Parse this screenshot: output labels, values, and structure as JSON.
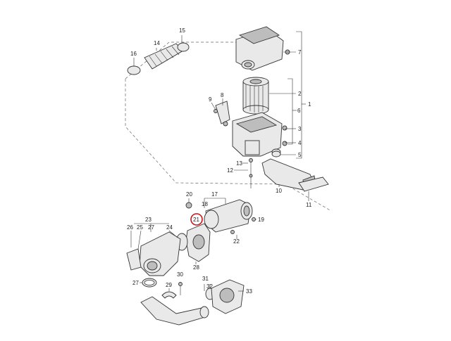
{
  "callouts": [
    {
      "id": "c1",
      "label": "1"
    },
    {
      "id": "c2",
      "label": "2"
    },
    {
      "id": "c3",
      "label": "3"
    },
    {
      "id": "c4",
      "label": "4"
    },
    {
      "id": "c5",
      "label": "5"
    },
    {
      "id": "c6",
      "label": "6"
    },
    {
      "id": "c7",
      "label": "7"
    },
    {
      "id": "c8",
      "label": "8"
    },
    {
      "id": "c9",
      "label": "9"
    },
    {
      "id": "c10",
      "label": "10"
    },
    {
      "id": "c11",
      "label": "11"
    },
    {
      "id": "c12",
      "label": "12"
    },
    {
      "id": "c13",
      "label": "13"
    },
    {
      "id": "c14",
      "label": "14"
    },
    {
      "id": "c15",
      "label": "15"
    },
    {
      "id": "c16",
      "label": "16"
    },
    {
      "id": "c17",
      "label": "17"
    },
    {
      "id": "c18",
      "label": "18"
    },
    {
      "id": "c19",
      "label": "19"
    },
    {
      "id": "c20",
      "label": "20"
    },
    {
      "id": "c21",
      "label": "21",
      "highlighted": true
    },
    {
      "id": "c22",
      "label": "22"
    },
    {
      "id": "c23",
      "label": "23"
    },
    {
      "id": "c24",
      "label": "24"
    },
    {
      "id": "c25",
      "label": "25"
    },
    {
      "id": "c26",
      "label": "26"
    },
    {
      "id": "c27a",
      "label": "27"
    },
    {
      "id": "c27b",
      "label": "27"
    },
    {
      "id": "c28",
      "label": "28"
    },
    {
      "id": "c29",
      "label": "29"
    },
    {
      "id": "c30",
      "label": "30"
    },
    {
      "id": "c31",
      "label": "31"
    },
    {
      "id": "c32",
      "label": "32"
    },
    {
      "id": "c33",
      "label": "33"
    }
  ],
  "colors": {
    "highlight": "#c4161c",
    "line": "#333333",
    "part_fill": "#e9e9e9"
  }
}
